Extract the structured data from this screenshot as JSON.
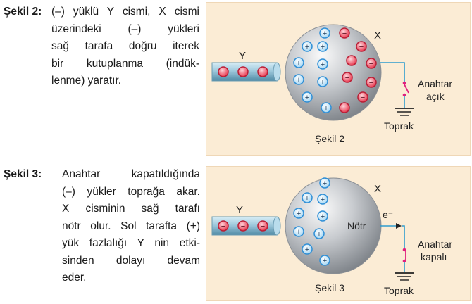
{
  "section2": {
    "heading": "Şekil 2:",
    "lines": [
      "(–) yüklü Y cismi, X cismi",
      "üzerindeki (–) yükleri",
      "sağ tarafa doğru iterek",
      "bir kutuplanma (indük-",
      "lenme) yaratır."
    ]
  },
  "section3": {
    "heading": "Şekil 3:",
    "lines": [
      "Anahtar kapatıldığında",
      "(–) yükler toprağa akar.",
      "X cisminin sağ tarafı",
      "nötr olur. Sol tarafta (+)",
      "yük fazlalığı Y nin etki-",
      "sinden dolayı devam",
      "eder."
    ]
  },
  "figure2": {
    "label_y": "Y",
    "label_x": "X",
    "switch_line1": "Anahtar",
    "switch_line2": "açık",
    "ground": "Toprak",
    "caption": "Şekil 2"
  },
  "figure3": {
    "label_y": "Y",
    "label_x": "X",
    "center": "Nötr",
    "electron": "e⁻",
    "switch_line1": "Anahtar",
    "switch_line2": "kapalı",
    "ground": "Toprak",
    "caption": "Şekil 3"
  },
  "symbols": {
    "plus": "+",
    "minus": "−"
  },
  "colors": {
    "panel": "#fbecd5",
    "positive": "#2f8fd6",
    "negative": "#d6334b",
    "wire": "#2e9ccf",
    "switch": "#e0207e"
  }
}
